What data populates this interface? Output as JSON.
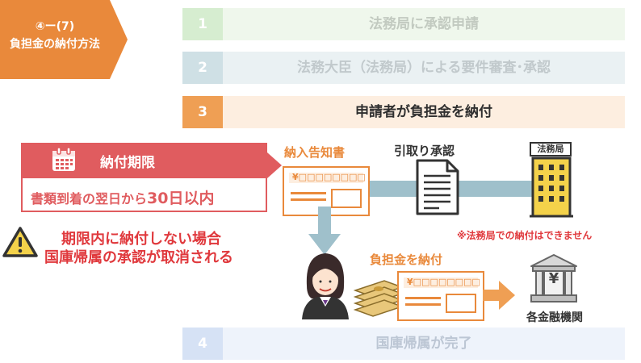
{
  "section": {
    "line1": "④ー(7)",
    "line2": "負担金の納付方法"
  },
  "steps": [
    {
      "num": "1",
      "text": "法務局に承認申請"
    },
    {
      "num": "2",
      "text": "法務大臣（法務局）による要件審査･承認"
    },
    {
      "num": "3",
      "text": "申請者が負担金を納付"
    },
    {
      "num": "4",
      "text": "国庫帰属が完了"
    }
  ],
  "deadline": {
    "title": "納付期限",
    "text_pre": "書類到着の翌日から",
    "text_num": "30日以内"
  },
  "warning": {
    "line1": "期限内に納付しない場合",
    "line2": "国庫帰属の承認が取消される"
  },
  "notice": {
    "label": "納入告知書",
    "slip_amount": "¥□□□□□□□□"
  },
  "flow": {
    "receive_label": "引取り承認",
    "bureau_sign": "法務局",
    "note": "※法務局での納付はできません",
    "pay_label": "負担金を納付",
    "pay_slip_amount": "¥□□□□□□□□",
    "bank_symbol": "¥",
    "bank_label": "各金融機関"
  },
  "colors": {
    "accent_orange": "#e9893b",
    "alert_red": "#e05c5f",
    "arrow_blue": "#9fc0cb"
  }
}
